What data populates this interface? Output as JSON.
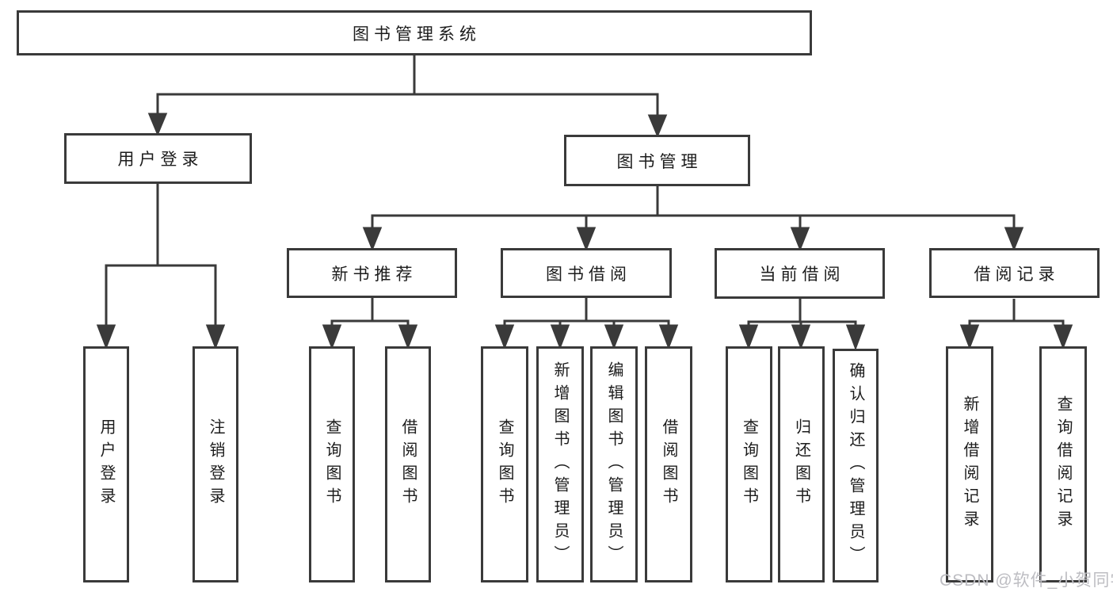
{
  "colors": {
    "line": "#3a3a3a",
    "text": "#1c1c1c",
    "background": "#ffffff",
    "watermark": "#bdbdc2"
  },
  "tree": {
    "root": {
      "label": "图书管理系统"
    },
    "branches": [
      {
        "label": "用户登录",
        "children": [
          {
            "label": "用户登录"
          },
          {
            "label": "注销登录"
          }
        ]
      },
      {
        "label": "图书管理",
        "children": [
          {
            "label": "新书推荐",
            "children": [
              {
                "label": "查询图书"
              },
              {
                "label": "借阅图书"
              }
            ]
          },
          {
            "label": "图书借阅",
            "children": [
              {
                "label": "查询图书"
              },
              {
                "label": "新增图书（管理员）"
              },
              {
                "label": "编辑图书（管理员）"
              },
              {
                "label": "借阅图书"
              }
            ]
          },
          {
            "label": "当前借阅",
            "children": [
              {
                "label": "查询图书"
              },
              {
                "label": "归还图书"
              },
              {
                "label": "确认归还（管理员）"
              }
            ]
          },
          {
            "label": "借阅记录",
            "children": [
              {
                "label": "新增借阅记录"
              },
              {
                "label": "查询借阅记录"
              }
            ]
          }
        ]
      }
    ]
  },
  "watermark": {
    "text": "CSDN @软件_小贺同学"
  }
}
